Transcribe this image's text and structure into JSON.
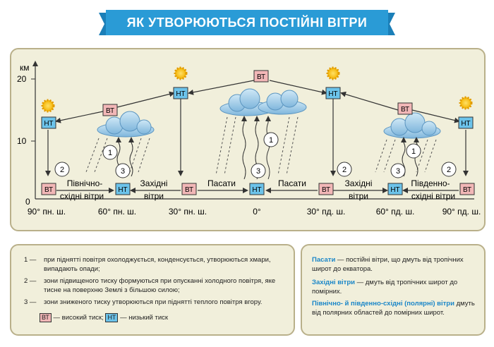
{
  "title": "ЯК УТВОРЮЮТЬСЯ ПОСТІЙНІ ВІТРИ",
  "colors": {
    "banner": "#2a9bd6",
    "vt_fill": "#f2b7b7",
    "nt_fill": "#6cc3ea",
    "panel": "#f1efdb",
    "term": "#1a86c8"
  },
  "axis": {
    "unit": "км",
    "ticks": [
      "20",
      "10",
      "0"
    ]
  },
  "latitudes": [
    "90° пн. ш.",
    "60° пн. ш.",
    "30° пн. ш.",
    "0°",
    "30° пд. ш.",
    "60° пд. ш.",
    "90° пд. ш."
  ],
  "boxes": {
    "vt": "ВТ",
    "nt": "НТ"
  },
  "numbers": {
    "one": "1",
    "two": "2",
    "three": "3"
  },
  "winds": {
    "ne_left_1": "Північно-",
    "ne_left_2": "східні вітри",
    "west_left_1": "Західні",
    "west_left_2": "вітри",
    "trade_left": "Пасати",
    "trade_right": "Пасати",
    "west_right_1": "Західні",
    "west_right_2": "вітри",
    "se_right_1": "Південно-",
    "se_right_2": "східні вітри"
  },
  "legend": {
    "l1_num": "1 —",
    "l1_text": "при піднятті повітря охолоджується, конденсується, утворюються хмари, випадають опади;",
    "l2_num": "2 —",
    "l2_text": "зони підвищеного тиску формуються при опусканні холодного повітря, яке тисне на поверхню Землі з більшою силою;",
    "l3_num": "3 —",
    "l3_text": "зони зниженого тиску утворюються при піднятті  теплого повітря вгору.",
    "vt_label": "— високий тиск;",
    "nt_label": "— низький тиск"
  },
  "definitions": {
    "trade_term": "Пасати",
    "trade_text": " — постійні вітри, що дмуть від тропічних широт до екватора.",
    "west_term": "Західні вітри",
    "west_text": " — дмуть від тропічних широт до помірних.",
    "polar_term": "Північно- й південно-східні (полярні) вітри",
    "polar_text": " дмуть від полярних областей до помірних широт."
  }
}
